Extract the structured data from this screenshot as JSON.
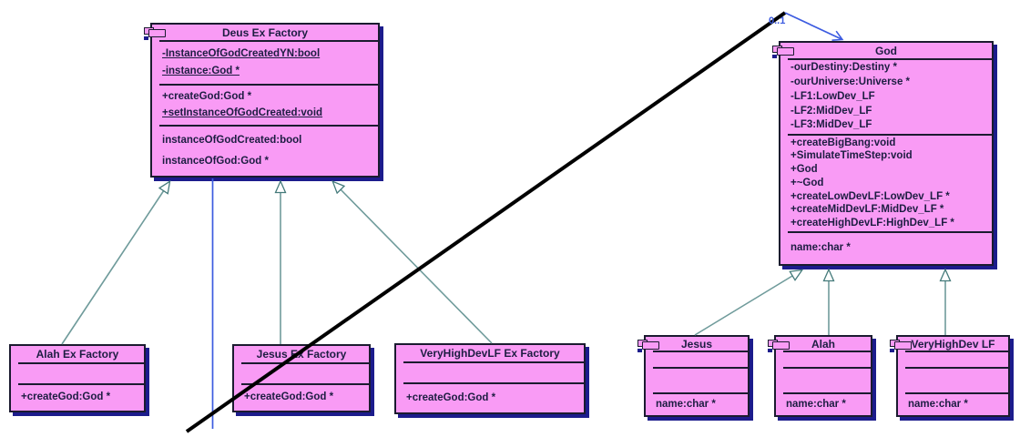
{
  "colors": {
    "box_fill": "#F99BF5",
    "box_border": "#1B1B30",
    "box_shadow": "#1C1C8C",
    "member_text": "#1D1D42",
    "inheritance_line": "#6F9B9B",
    "inheritance_arrow": "#447A7A",
    "association_blue": "#3C5BE0",
    "black_divider": "#000000"
  },
  "classes": {
    "deus_ex_factory": {
      "title": "Deus Ex Factory",
      "attributes": [
        {
          "text": "-InstanceOfGodCreatedYN:bool",
          "u": true
        },
        {
          "text": "-instance:God *",
          "u": true
        }
      ],
      "methods": [
        "+createGod:God *",
        {
          "text": "+setInstanceOfGodCreated:void",
          "u": true
        }
      ],
      "properties": [
        "instanceOfGodCreated:bool",
        "instanceOfGod:God *"
      ]
    },
    "god": {
      "title": "God",
      "attributes": [
        "-ourDestiny:Destiny *",
        "-ourUniverse:Universe *",
        "-LF1:LowDev_LF",
        "-LF2:MidDev_LF",
        "-LF3:MidDev_LF"
      ],
      "methods": [
        "+createBigBang:void",
        "+SimulateTimeStep:void",
        "+God",
        "+~God",
        "+createLowDevLF:LowDev_LF *",
        "+createMidDevLF:MidDev_LF *",
        "+createHighDevLF:HighDev_LF *"
      ],
      "properties": [
        "name:char *"
      ]
    },
    "alah_ex_factory": {
      "title": "Alah Ex Factory",
      "attributes": [],
      "methods": [
        "+createGod:God *"
      ]
    },
    "jesus_ex_factory": {
      "title": "Jesus Ex Factory",
      "attributes": [],
      "methods": [
        "+createGod:God *"
      ]
    },
    "veryhighdevlf_ex_factory": {
      "title": "VeryHighDevLF Ex Factory",
      "attributes": [],
      "methods": [
        "+createGod:God *"
      ]
    },
    "jesus": {
      "title": "Jesus",
      "attributes": [],
      "methods": [],
      "properties": [
        "name:char *"
      ]
    },
    "alah": {
      "title": "Alah",
      "attributes": [],
      "methods": [],
      "properties": [
        "name:char *"
      ]
    },
    "veryhighdev_lf": {
      "title": "VeryHighDev LF",
      "attributes": [],
      "methods": [],
      "properties": [
        "name:char *"
      ]
    }
  },
  "relations": {
    "generalizations": [
      {
        "from": "Alah Ex Factory",
        "to": "Deus Ex Factory"
      },
      {
        "from": "Jesus Ex Factory",
        "to": "Deus Ex Factory"
      },
      {
        "from": "VeryHighDevLF Ex Factory",
        "to": "Deus Ex Factory"
      },
      {
        "from": "Jesus",
        "to": "God"
      },
      {
        "from": "Alah",
        "to": "God"
      },
      {
        "from": "VeryHighDev LF",
        "to": "God"
      }
    ],
    "association": {
      "from": "Deus Ex Factory",
      "to": "God",
      "multiplicity": "0..1"
    }
  }
}
